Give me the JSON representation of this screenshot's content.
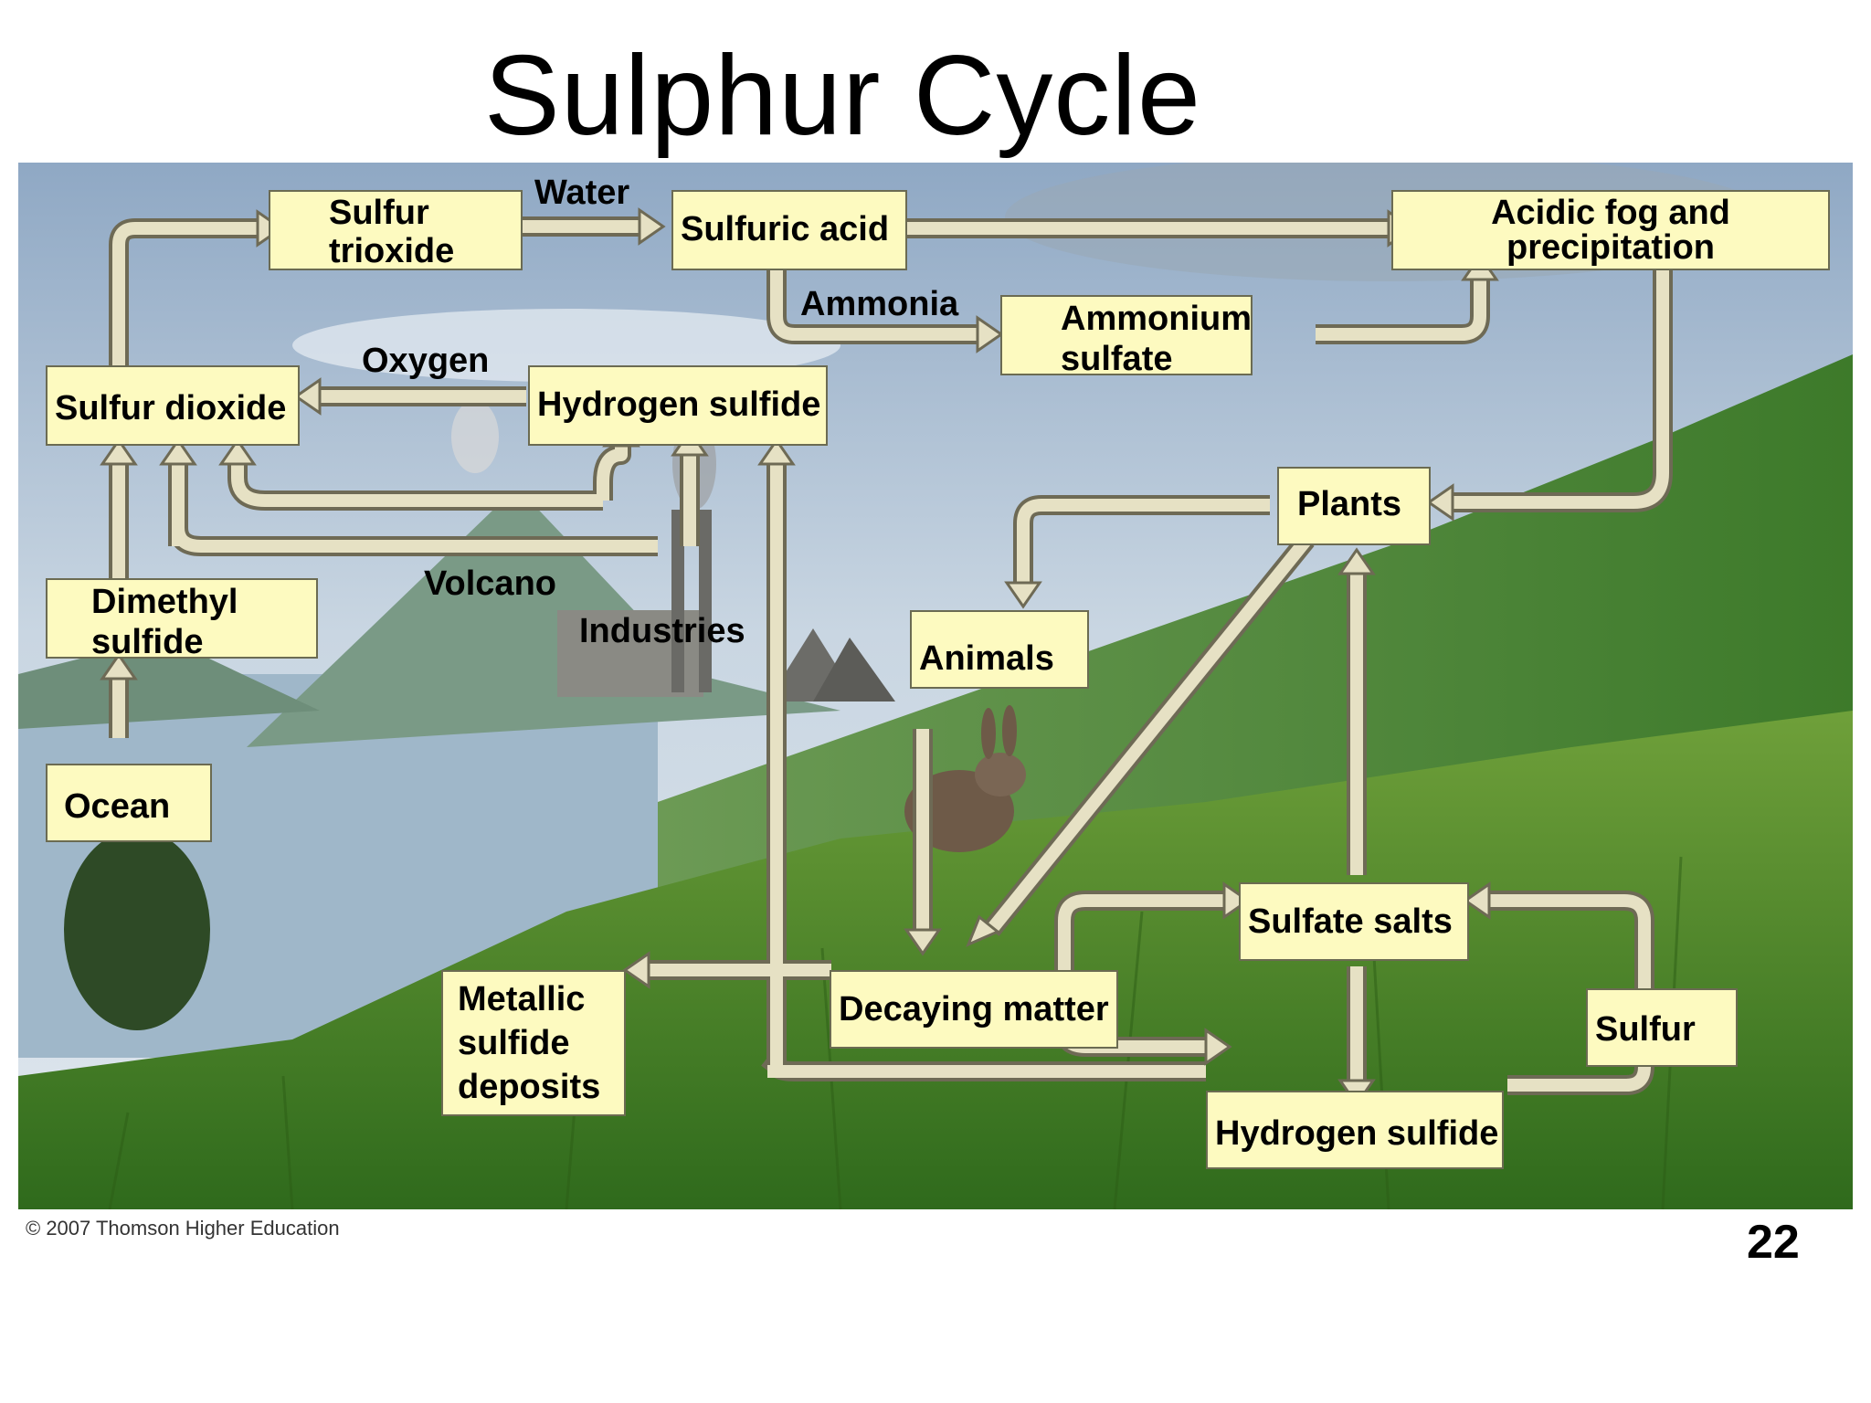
{
  "title": "Sulphur Cycle",
  "boxes": {
    "sulfur_trioxide": "Sulfur trioxide",
    "sulfuric_acid": "Sulfuric acid",
    "acidic_fog": "Acidic fog and precipitation",
    "ammonium_sulfate": "Ammonium sulfate",
    "sulfur_dioxide": "Sulfur dioxide",
    "hydrogen_sulfide_top": "Hydrogen sulfide",
    "plants": "Plants",
    "dimethyl_sulfide": "Dimethyl sulfide",
    "animals": "Animals",
    "ocean": "Ocean",
    "sulfate_salts": "Sulfate salts",
    "metallic_sulfide": "Metallic sulfide deposits",
    "decaying_matter": "Decaying matter",
    "sulfur": "Sulfur",
    "hydrogen_sulfide_bottom": "Hydrogen sulfide"
  },
  "labels": {
    "water": "Water",
    "ammonia": "Ammonia",
    "oxygen": "Oxygen",
    "volcano": "Volcano",
    "industries": "Industries"
  },
  "copyright": "© 2007 Thomson Higher Education",
  "page_number": "22",
  "colors": {
    "box_fill": "#fdfac0",
    "arrow_fill": "#e6e1c4",
    "arrow_stroke": "#6e6a55",
    "sky": "#aebfcf",
    "grass": "#4f8a2a"
  }
}
